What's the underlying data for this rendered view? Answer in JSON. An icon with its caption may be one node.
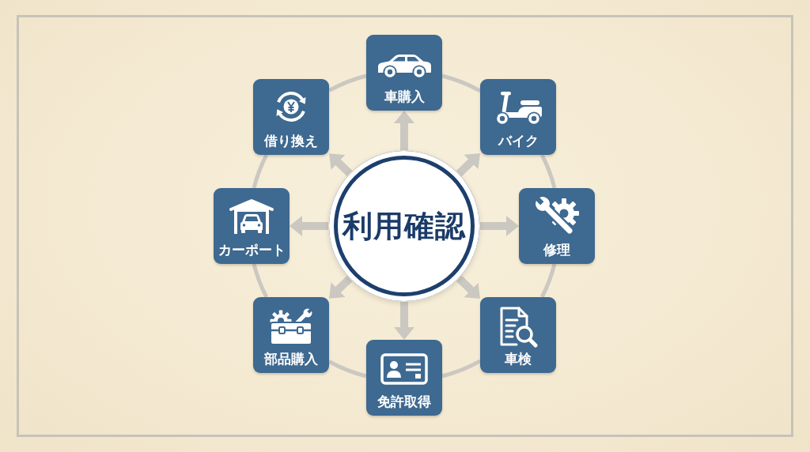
{
  "diagram": {
    "nodes": [
      {
        "text": [
          "利用確認"
        ]
      },
      {
        "text": [
          "車購入"
        ]
      },
      {
        "text": [
          "バイク"
        ]
      },
      {
        "text": [
          "修理"
        ]
      },
      {
        "text": [
          "車検"
        ]
      },
      {
        "text": [
          "免許取得"
        ]
      },
      {
        "text": [
          "部品購入"
        ]
      },
      {
        "text": [
          "カーポート"
        ]
      },
      {
        "text": [
          "借り換え"
        ]
      }
    ],
    "edges": [
      {
        "from": 0,
        "to": 1,
        "arrow": "to",
        "style": "thick"
      },
      {
        "from": 0,
        "to": 2,
        "arrow": "to",
        "style": "thick"
      },
      {
        "from": 0,
        "to": 3,
        "arrow": "to",
        "style": "thick"
      },
      {
        "from": 0,
        "to": 4,
        "arrow": "to",
        "style": "thick"
      },
      {
        "from": 0,
        "to": 5,
        "arrow": "to",
        "style": "thick"
      },
      {
        "from": 0,
        "to": 6,
        "arrow": "to",
        "style": "thick"
      },
      {
        "from": 0,
        "to": 7,
        "arrow": "to",
        "style": "thick"
      },
      {
        "from": 0,
        "to": 8,
        "arrow": "to",
        "style": "thick"
      },
      {
        "from": 1,
        "to": 2,
        "arrow": "none"
      },
      {
        "from": 2,
        "to": 3,
        "arrow": "none"
      },
      {
        "from": 3,
        "to": 4,
        "arrow": "none"
      },
      {
        "from": 4,
        "to": 5,
        "arrow": "none"
      },
      {
        "from": 5,
        "to": 6,
        "arrow": "none"
      },
      {
        "from": 6,
        "to": 7,
        "arrow": "none"
      },
      {
        "from": 7,
        "to": 8,
        "arrow": "none"
      },
      {
        "from": 8,
        "to": 1,
        "arrow": "none"
      }
    ]
  }
}
